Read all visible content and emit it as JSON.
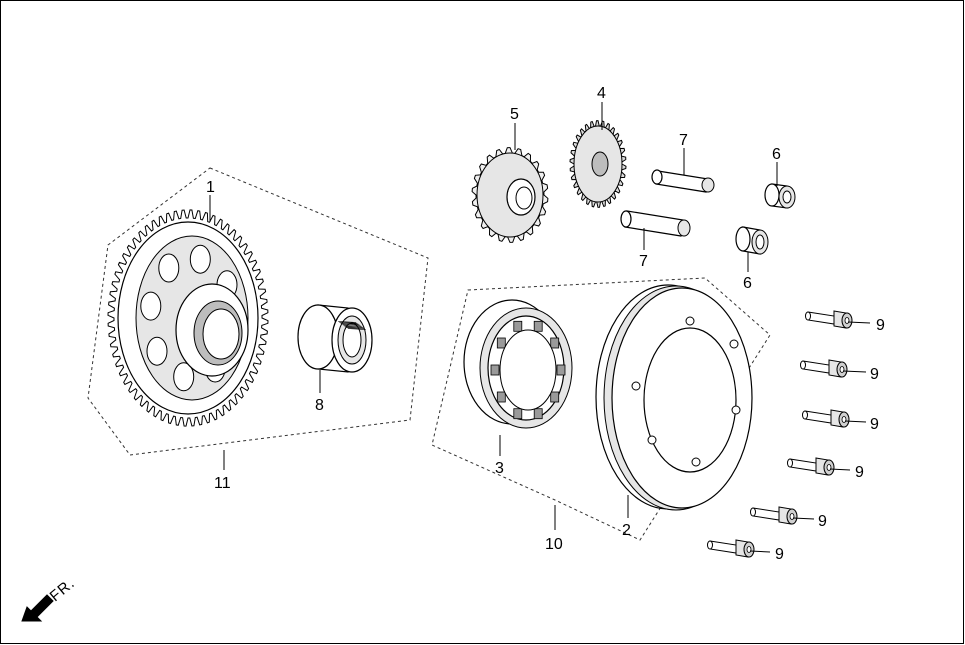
{
  "labels": {
    "p1": "1",
    "p2": "2",
    "p3": "3",
    "p4": "4",
    "p5": "5",
    "p6a": "6",
    "p6b": "6",
    "p7a": "7",
    "p7b": "7",
    "p8": "8",
    "p9a": "9",
    "p9b": "9",
    "p9c": "9",
    "p9d": "9",
    "p9e": "9",
    "p9f": "9",
    "p10": "10",
    "p11": "11"
  },
  "front_indicator": {
    "text": "FR.",
    "icon": "arrow-down-left-icon"
  }
}
